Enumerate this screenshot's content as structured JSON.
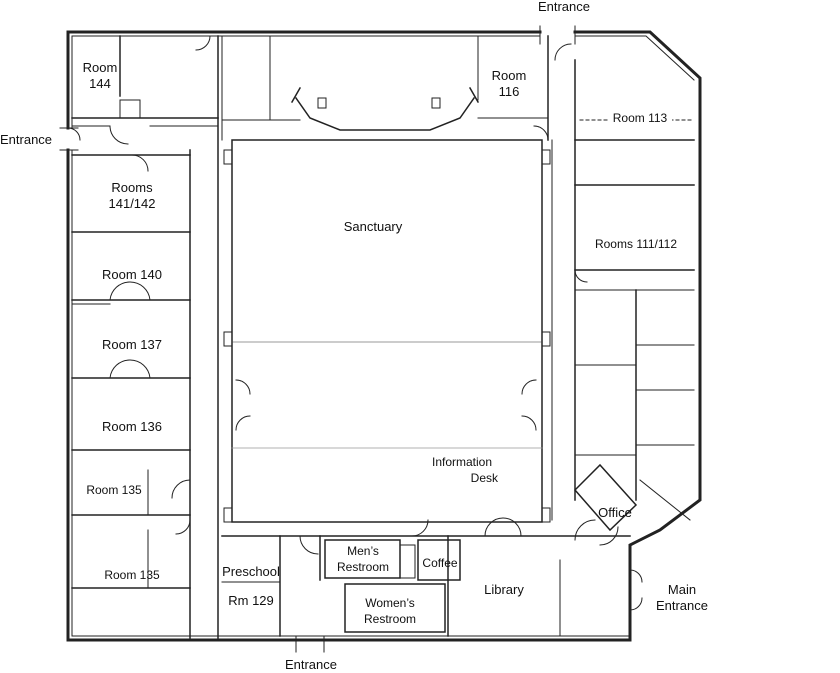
{
  "labels": {
    "entrance_top": "Entrance",
    "entrance_left": "Entrance",
    "entrance_bottom": "Entrance",
    "main_entrance_line1": "Main",
    "main_entrance_line2": "Entrance",
    "room_144_line1": "Room",
    "room_144_line2": "144",
    "room_116_line1": "Room",
    "room_116_line2": "116",
    "room_113": "Room 113",
    "rooms_141_142_line1": "Rooms",
    "rooms_141_142_line2": "141/142",
    "sanctuary": "Sanctuary",
    "rooms_111_112": "Rooms 111/112",
    "room_140": "Room 140",
    "room_137": "Room 137",
    "room_136": "Room 136",
    "room_135_upper": "Room 135",
    "room_135_lower": "Room 135",
    "info_desk_line1": "Information",
    "info_desk_line2": "Desk",
    "office": "Office",
    "preschool": "Preschool",
    "rm_129": "Rm 129",
    "mens_restroom_line1": "Men’s",
    "mens_restroom_line2": "Restroom",
    "coffee": "Coffee",
    "library": "Library",
    "womens_restroom_line1": "Women’s",
    "womens_restroom_line2": "Restroom"
  }
}
